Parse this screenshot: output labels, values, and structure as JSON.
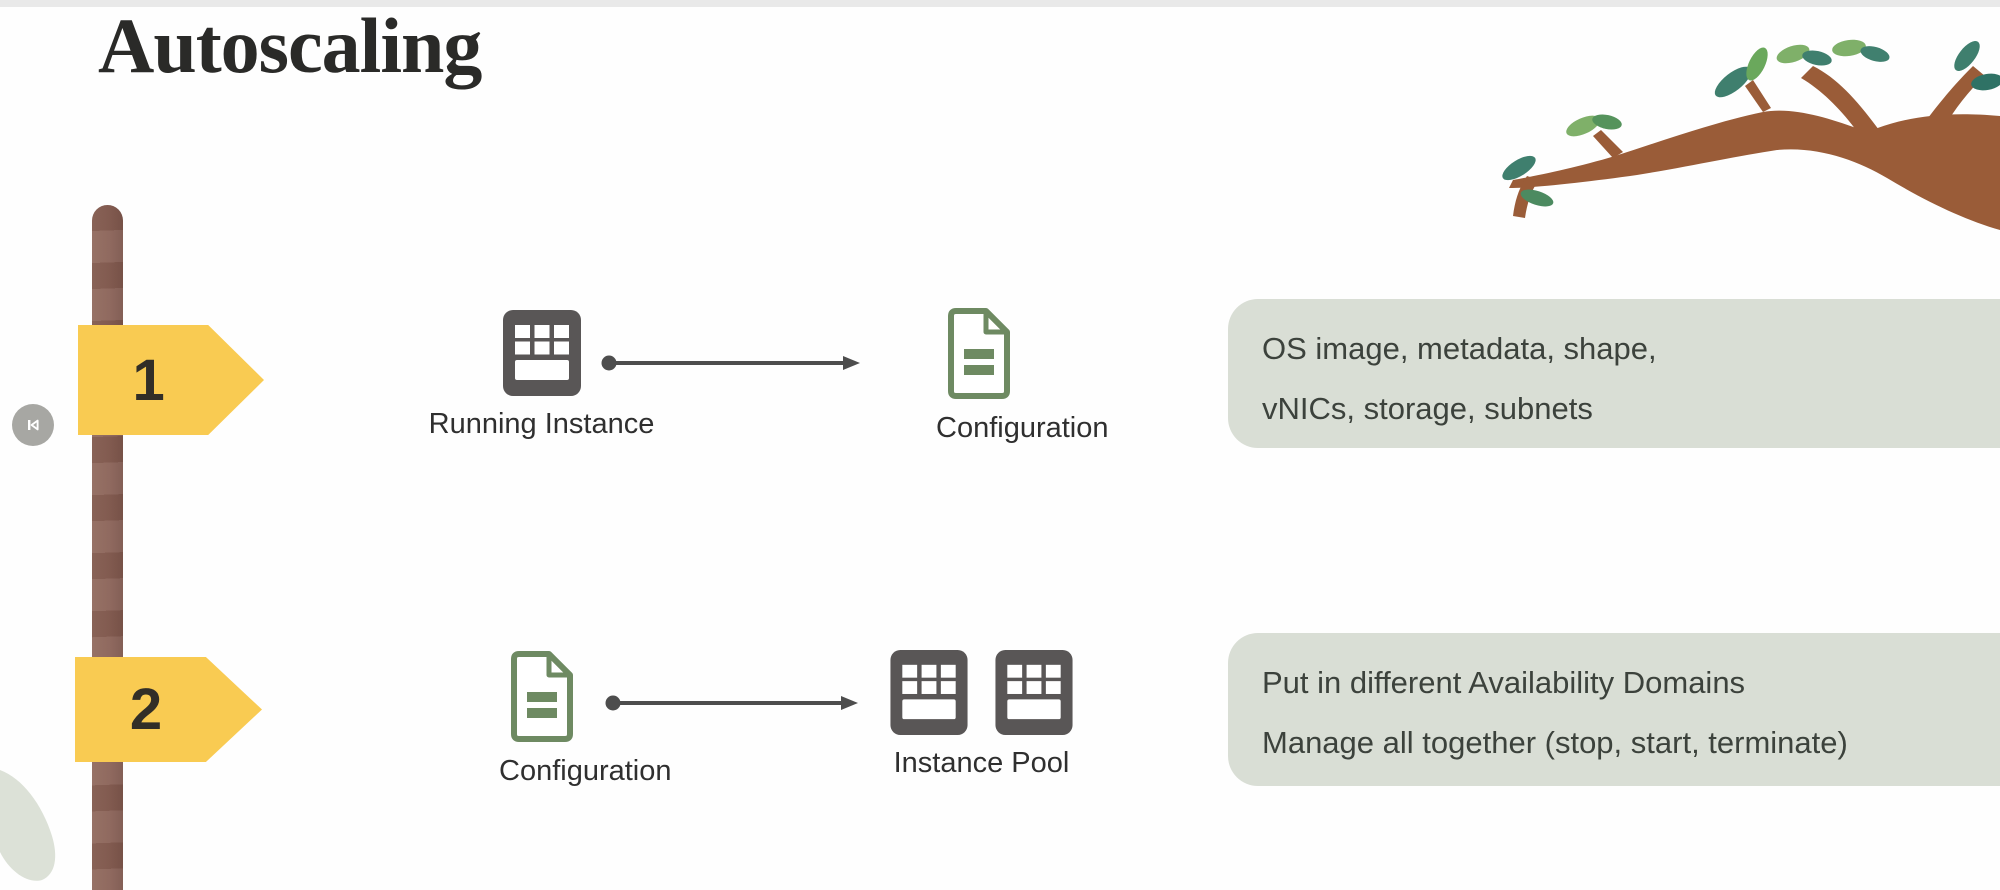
{
  "slide": {
    "title": "Autoscaling"
  },
  "steps": [
    {
      "number": "1",
      "source": {
        "label": "Running Instance",
        "icon": "instance-grid-icon"
      },
      "target": {
        "label": "Configuration",
        "icon": "configuration-document-icon"
      },
      "note_lines": [
        "OS image, metadata, shape,",
        "vNICs, storage, subnets"
      ]
    },
    {
      "number": "2",
      "source": {
        "label": "Configuration",
        "icon": "configuration-document-icon"
      },
      "target": {
        "label": "Instance Pool",
        "icon": "instance-pool-grid-icons"
      },
      "note_lines": [
        "Put in different Availability Domains",
        "Manage all together (stop, start, terminate)"
      ]
    }
  ],
  "player": {
    "previous_icon": "skip-previous",
    "next_icon": "skip-next"
  },
  "colors": {
    "sign_yellow": "#f9cb52",
    "pole_brown": "#8a6257",
    "branch_brown": "#9a5c38",
    "leaf_green": "#7fb069",
    "leaf_teal": "#3f7f6e",
    "icon_gray": "#595656",
    "icon_green": "#6e8a62",
    "note_background": "#d9ded5",
    "note_text": "#3c423c",
    "title_text": "#2a2a28"
  }
}
